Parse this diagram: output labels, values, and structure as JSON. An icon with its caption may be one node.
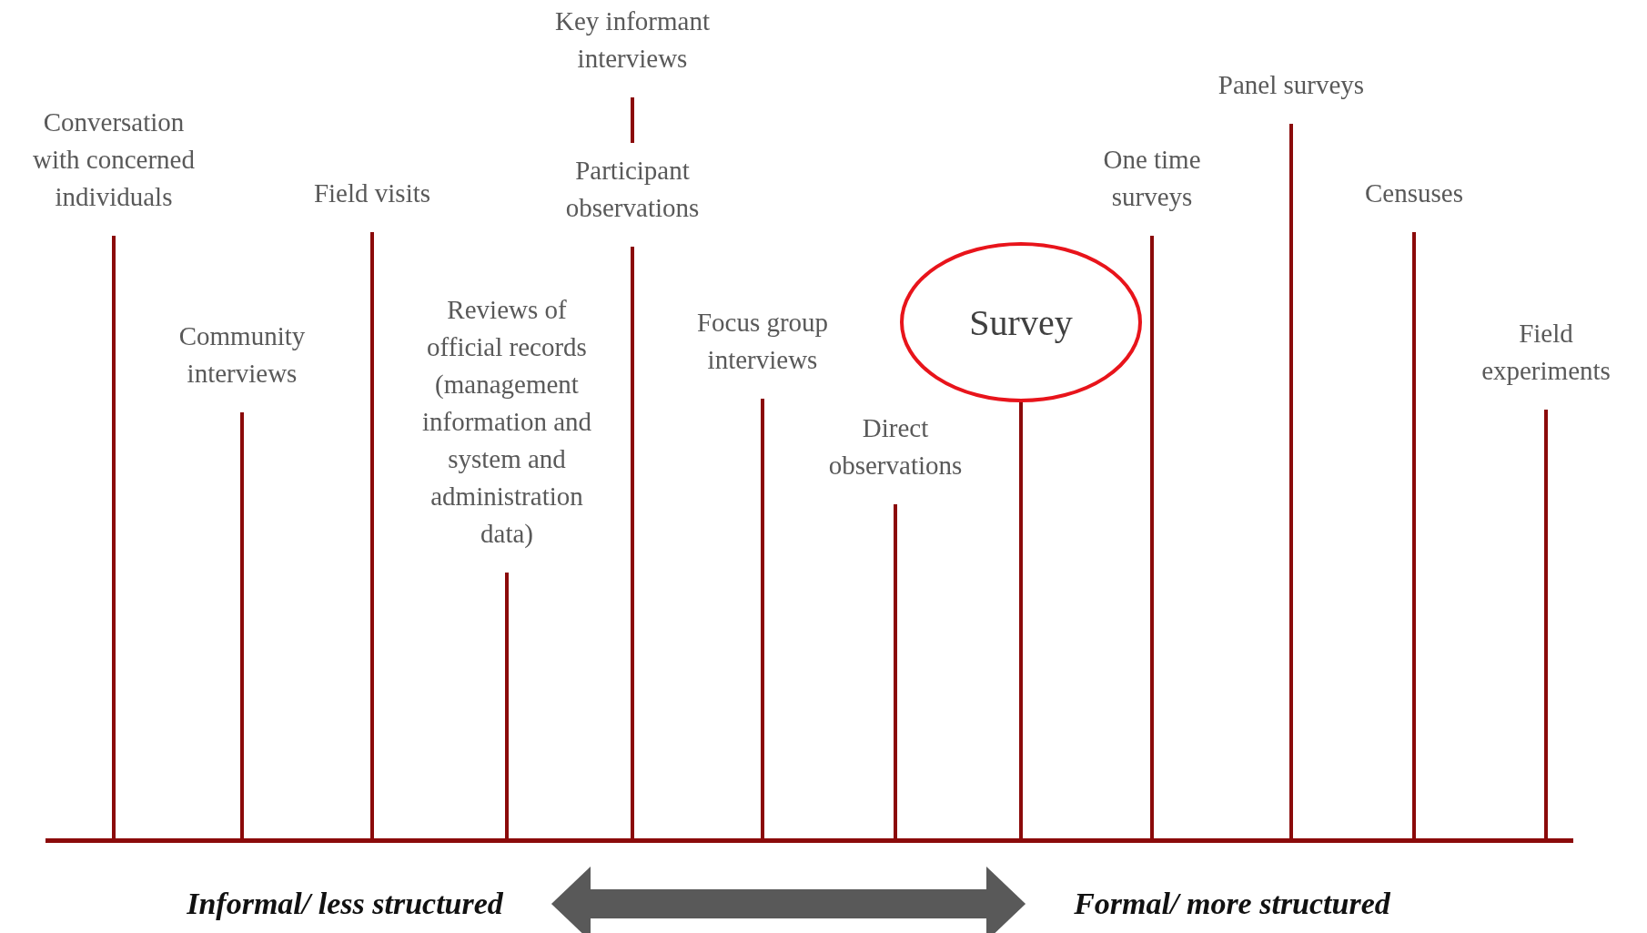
{
  "diagram": {
    "nodes": [
      {
        "text": [
          "Key informant interviews"
        ]
      },
      {
        "text": [
          "Panel surveys"
        ]
      },
      {
        "text": [
          "Conversation with concerned individuals"
        ]
      },
      {
        "text": [
          "One time surveys"
        ]
      },
      {
        "text": [
          "Participant observations"
        ]
      },
      {
        "text": [
          "Field visits"
        ]
      },
      {
        "text": [
          "Censuses"
        ]
      },
      {
        "text": [
          "Survey"
        ]
      },
      {
        "text": [
          "Focus group interviews"
        ]
      },
      {
        "text": [
          "Field experiments"
        ]
      },
      {
        "text": [
          "Community interviews"
        ]
      },
      {
        "text": [
          "Direct observations"
        ]
      },
      {
        "text": [
          "Reviews of official records (management information and system and administration data)"
        ]
      },
      {
        "text": [],
        "shape": "bar"
      },
      {
        "text": [
          "Informal/ less structured"
        ]
      },
      {
        "text": [
          "Formal/ more structured"
        ]
      }
    ],
    "edges": [
      {
        "from": 0,
        "to": 4,
        "arrow": "none"
      },
      {
        "from": 1,
        "to": 13,
        "arrow": "none"
      },
      {
        "from": 2,
        "to": 13,
        "arrow": "none"
      },
      {
        "from": 3,
        "to": 13,
        "arrow": "none"
      },
      {
        "from": 4,
        "to": 13,
        "arrow": "none"
      },
      {
        "from": 5,
        "to": 13,
        "arrow": "none"
      },
      {
        "from": 6,
        "to": 13,
        "arrow": "none"
      },
      {
        "from": 7,
        "to": 13,
        "arrow": "none"
      },
      {
        "from": 8,
        "to": 13,
        "arrow": "none"
      },
      {
        "from": 9,
        "to": 13,
        "arrow": "none"
      },
      {
        "from": 10,
        "to": 13,
        "arrow": "none"
      },
      {
        "from": 11,
        "to": 13,
        "arrow": "none"
      },
      {
        "from": 12,
        "to": 13,
        "arrow": "none"
      },
      {
        "from": 14,
        "to": 15,
        "arrow": "both",
        "style": "thick",
        "color": "#595959"
      }
    ]
  }
}
